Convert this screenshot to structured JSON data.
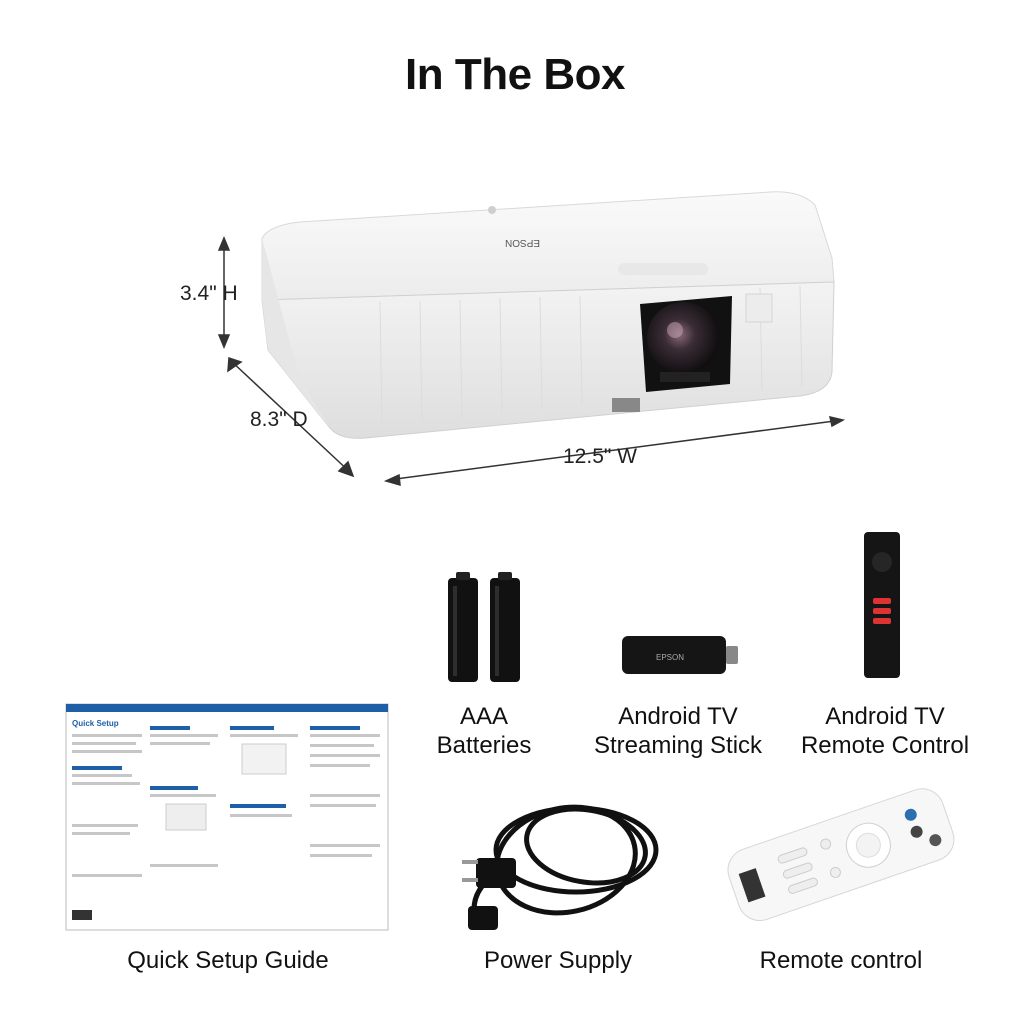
{
  "title": "In The Box",
  "dimensions": {
    "height": "3.4\" H",
    "depth": "8.3\" D",
    "width": "12.5\" W"
  },
  "product_brand_mark": "EPSON",
  "items": [
    {
      "label_line1": "AAA",
      "label_line2": "Batteries"
    },
    {
      "label_line1": "Android TV",
      "label_line2": "Streaming Stick"
    },
    {
      "label_line1": "Android TV",
      "label_line2": "Remote Control"
    },
    {
      "label": "Quick Setup Guide"
    },
    {
      "label": "Power Supply"
    },
    {
      "label": "Remote control"
    }
  ],
  "guide_heading": "Quick Setup",
  "colors": {
    "background": "#ffffff",
    "projector_body": "#f4f4f4",
    "guide_accent": "#1f5fa8",
    "dark_product": "#1a1a1a"
  }
}
